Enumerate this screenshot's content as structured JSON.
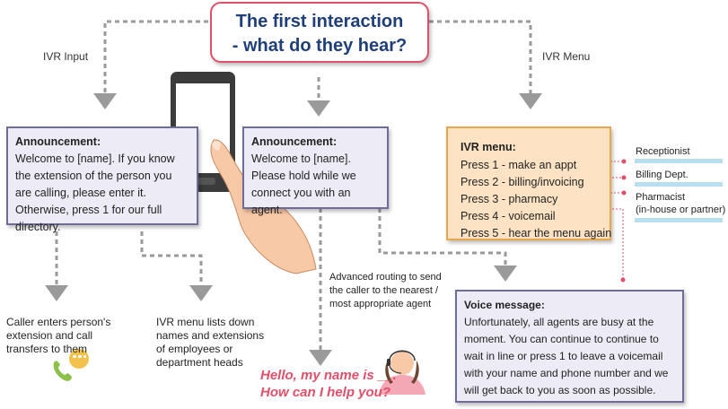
{
  "title": {
    "line1": "The first interaction",
    "line2": "- what do they hear?"
  },
  "branch_labels": {
    "left": "IVR Input",
    "right": "IVR Menu"
  },
  "announcement_input": {
    "heading": "Announcement:",
    "text": "Welcome to [name]. If you know the extension of the person you are calling, please enter it. Otherwise, press 1 for our full directory."
  },
  "announcement_hold": {
    "heading": "Announcement:",
    "text": "Welcome to [name]. Please hold while we connect you with an agent."
  },
  "ivr_menu": {
    "heading": "IVR menu:",
    "items": [
      "Press 1 - make an appt",
      "Press 2 - billing/invoicing",
      "Press 3 - pharmacy",
      "Press 4 - voicemail",
      "Press 5 - hear the menu again"
    ]
  },
  "destinations": {
    "receptionist": "Receptionist",
    "billing": "Billing Dept.",
    "pharmacist_line1": "Pharmacist",
    "pharmacist_line2": "(in-house or partner)"
  },
  "voice_message": {
    "heading": "Voice message:",
    "text": "Unfortunately, all agents are busy at the moment. You can continue to continue to wait in line or press 1 to leave a voicemail with your name and phone number and we will get back to you as soon as possible."
  },
  "outcomes": {
    "extension": "Caller enters person's extension and call transfers to them",
    "directory": "IVR menu lists down names and extensions of employees or department heads",
    "routing": "Advanced routing  to send the caller to the nearest / most appropriate agent"
  },
  "agent_greeting": {
    "line1": "Hello, my name is __.",
    "line2": "How can I help you?"
  },
  "colors": {
    "title_border": "#e0506a",
    "title_text": "#1f3f78",
    "purple_border": "#6e6c9b",
    "purple_fill": "#ecebf6",
    "orange_border": "#eaa64a",
    "orange_fill": "#fde3c3",
    "connector": "#9a9a9a",
    "light_blue": "#b7dff0",
    "red_dot": "#e0506a"
  }
}
